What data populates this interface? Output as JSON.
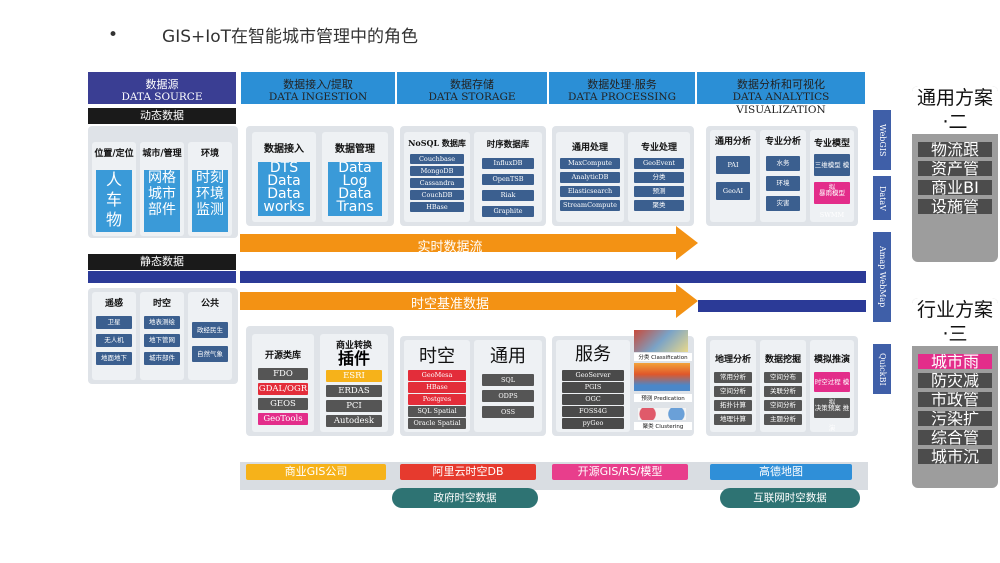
{
  "title": {
    "bullet": "•",
    "text": "GIS+IoT在智能城市管理中的角色"
  },
  "headers": [
    {
      "cn": "数据源",
      "en": "DATA SOURCE"
    },
    {
      "cn": "数据接入/提取",
      "en": "DATA INGESTION"
    },
    {
      "cn": "数据存储",
      "en": "DATA STORAGE"
    },
    {
      "cn": "数据处理·服务",
      "en": "DATA PROCESSING"
    },
    {
      "cn": "数据分析和可视化",
      "en": "DATA ANALYTICS VISUALIZATION"
    }
  ],
  "dynamic_label": "动态数据",
  "static_label": "静态数据",
  "source_cols": [
    {
      "title": "位置/定位",
      "body": "人 车 物"
    },
    {
      "title": "城市/管理",
      "body": "网格 城市部件"
    },
    {
      "title": "环境",
      "body": "时刻 环境监测"
    }
  ],
  "static_cols": [
    {
      "title": "遥感",
      "items": [
        "卫星",
        "无人机",
        "地面地下"
      ]
    },
    {
      "title": "时空",
      "items": [
        "地表测绘",
        "地下管网",
        "城市部件"
      ]
    },
    {
      "title": "公共",
      "items": [
        "政经民生",
        "自然气象"
      ]
    }
  ],
  "ingestion": [
    {
      "title": "数据接入",
      "body": "DTS Data Data works"
    },
    {
      "title": "数据管理",
      "body": "Data Log Data Trans"
    }
  ],
  "storage": [
    {
      "title": "NoSQL 数据库",
      "items": [
        "Couchbase",
        "MongoDB",
        "Cassandra",
        "CouchDB",
        "HBase"
      ]
    },
    {
      "title": "时序数据库",
      "items": [
        "InfluxDB",
        "OpenTSB",
        "Riak",
        "Graphite"
      ]
    }
  ],
  "processing": [
    {
      "title": "通用处理",
      "items": [
        "MaxCompute",
        "AnalyticDB",
        "Elasticsearch",
        "StreamCompute"
      ]
    },
    {
      "title": "专业处理",
      "items": [
        "GeoEvent",
        "分类",
        "预测",
        "聚类"
      ]
    }
  ],
  "analytics": [
    {
      "title": "通用分析",
      "items": [
        "PAI",
        "GeoAI"
      ]
    },
    {
      "title": "专业分析",
      "items": [
        "水务",
        "环境",
        "灾害"
      ]
    },
    {
      "title": "专业模型",
      "items": [
        "三维模型 模拟",
        "暴雨模型 SWMM"
      ]
    }
  ],
  "side_tools": [
    "WebGIS",
    "DataV",
    "Amap WebMap",
    "QuickBI"
  ],
  "realtime_flow": "实时数据流",
  "spatiotemporal_flow": "时空基准数据",
  "lower_ingestion": {
    "open_title": "开源类库",
    "open_items": [
      "FDO",
      "GDAL/OGR",
      "GEOS",
      "GeoTools"
    ],
    "biz_title": "商业转换",
    "biz_big": "插件",
    "biz_items": [
      "ESRI",
      "ERDAS",
      "PCI",
      "Autodesk"
    ]
  },
  "lower_storage": [
    {
      "title": "时空",
      "items": [
        "GeoMesa",
        "HBase",
        "Postgres",
        "SQL Spatial",
        "Oracle Spatial"
      ]
    },
    {
      "title": "通用",
      "items": [
        "SQL",
        "ODPS",
        "OSS"
      ]
    }
  ],
  "lower_processing": {
    "title": "服务",
    "items": [
      "GeoServer",
      "PGIS",
      "OGC",
      "FOSS4G",
      "pyGeo"
    ],
    "thumb_labels": [
      "分类 Classification",
      "预测 Predication",
      "聚类 Clustering"
    ]
  },
  "lower_analytics": [
    {
      "title": "地理分析",
      "items": [
        "常用分析",
        "空间分析",
        "拓扑计算",
        "地理计算"
      ]
    },
    {
      "title": "数据挖掘",
      "items": [
        "空间分布",
        "关联分析",
        "空间分析",
        "主题分析"
      ]
    },
    {
      "title": "模拟推演",
      "items": [
        "时空过程 模拟",
        "决策预案 推演"
      ]
    }
  ],
  "bottom_tags": [
    "商业GIS公司",
    "阿里云时空DB",
    "开源GIS/RS/模型",
    "高德地图"
  ],
  "bottom_ovals": [
    "政府时空数据",
    "互联网时空数据"
  ],
  "right_top": {
    "title": "通用方案·二",
    "items": [
      "物流跟",
      "资产管",
      "商业BI",
      "设施管"
    ]
  },
  "right_bottom": {
    "title": "行业方案·三",
    "items": [
      "城市雨",
      "防灾减",
      "市政管",
      "污染扩",
      "综合管",
      "城市沉"
    ]
  },
  "colors": {
    "header_source": "#3a3e93",
    "header": "#2b8fd6",
    "bar": "#2b3a97",
    "arrow": "#f39214",
    "tag_gis": "#f6b21a",
    "tag_db": "#e63a2e",
    "tag_open": "#e83e8c",
    "tag_amap": "#2f8fd8",
    "oval": "#2e7373"
  }
}
